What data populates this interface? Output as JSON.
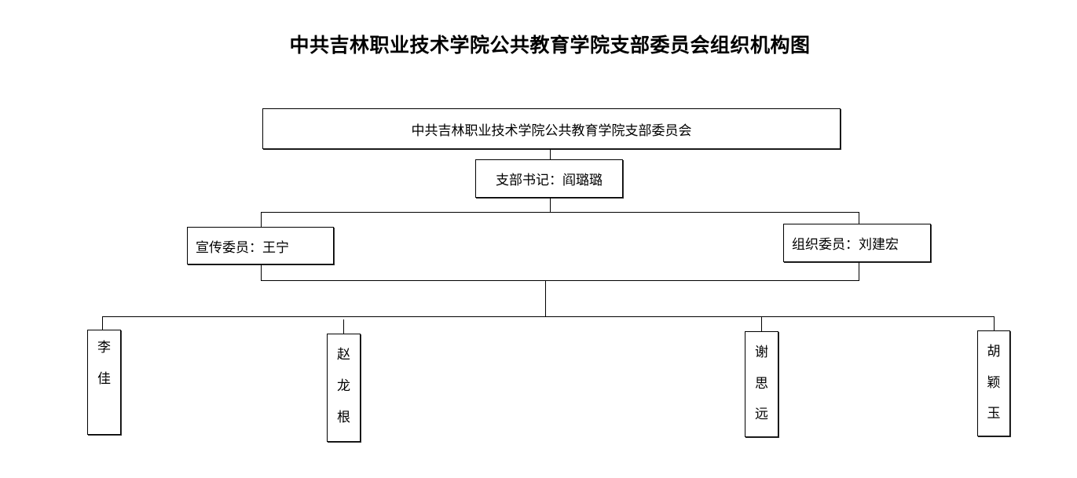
{
  "title": "中共吉林职业技术学院公共教育学院支部委员会组织机构图",
  "committee": "中共吉林职业技术学院公共教育学院支部委员会",
  "secretary": "支部书记：阎璐璐",
  "propaganda": "宣传委员：王宁",
  "organization": "组织委员：刘建宏",
  "members": [
    {
      "chars": [
        "李",
        "佳"
      ]
    },
    {
      "chars": [
        "赵",
        "龙",
        "根"
      ]
    },
    {
      "chars": [
        "谢",
        "思",
        "远"
      ]
    },
    {
      "chars": [
        "胡",
        "颖",
        "玉"
      ]
    }
  ]
}
